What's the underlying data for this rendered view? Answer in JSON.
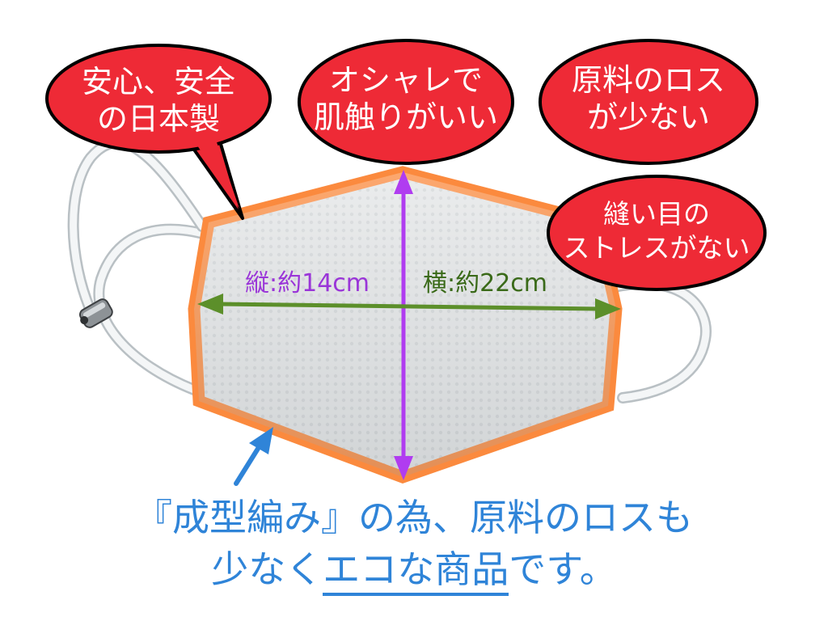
{
  "bubbles": [
    {
      "id": "made-in-japan",
      "lines": [
        "安心、安全",
        "の日本製"
      ]
    },
    {
      "id": "fashionable",
      "lines": [
        "オシャレで",
        "肌触りがいい"
      ]
    },
    {
      "id": "less-loss",
      "lines": [
        "原料のロス",
        "が少ない"
      ]
    },
    {
      "id": "no-seam",
      "lines": [
        "縫い目の",
        "ストレスがない"
      ]
    }
  ],
  "dimensions": {
    "height_label": "縦:約14cm",
    "width_label": "横:約22cm"
  },
  "caption": {
    "line1": "『成型編み』の為、原料のロスも",
    "line2_prefix": "少なく",
    "line2_underlined": "エコな商品",
    "line2_suffix": "です。"
  },
  "colors": {
    "bubble_fill": "#ee2a36",
    "bubble_stroke": "#000000",
    "mask_outline": "#fb8a3e",
    "mask_fill": "#e4e6e7",
    "vertical_arrow": "#b03cf0",
    "horizontal_arrow": "#5c8f2a",
    "caption_blue": "#2f84d8"
  },
  "icons": [
    "blue-pointer-arrow-icon",
    "cord-stopper-icon"
  ]
}
